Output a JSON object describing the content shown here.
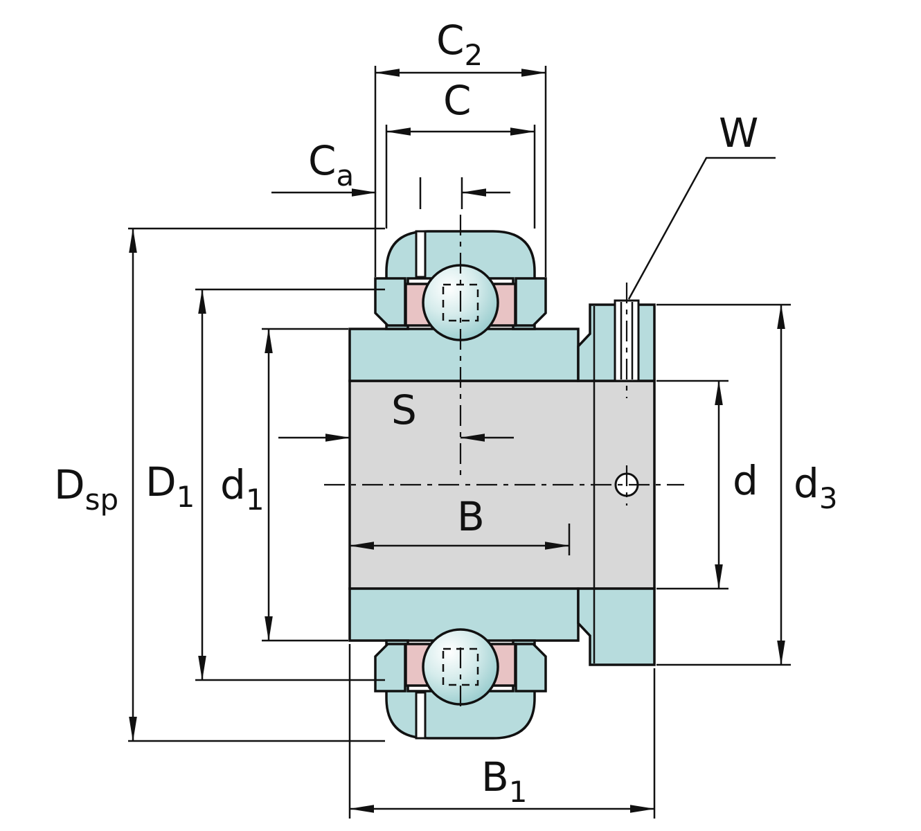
{
  "figure": {
    "colors": {
      "ring": "#b7dcdd",
      "steel": "#d8d8d8",
      "seal": "#e8c3c4",
      "outline": "#111111",
      "background": "#ffffff"
    },
    "labels": {
      "c2": {
        "main": "C",
        "sub": "2"
      },
      "c": {
        "main": "C"
      },
      "ca": {
        "main": "C",
        "sub": "a"
      },
      "w": {
        "main": "W"
      },
      "s": {
        "main": "S"
      },
      "b": {
        "main": "B"
      },
      "b1": {
        "main": "B",
        "sub": "1"
      },
      "dsp": {
        "main": "D",
        "sub": "sp"
      },
      "d1_outer": {
        "main": "D",
        "sub": "1"
      },
      "d1_inner": {
        "main": "d",
        "sub": "1"
      },
      "d": {
        "main": "d"
      },
      "d3": {
        "main": "d",
        "sub": "3"
      }
    }
  }
}
